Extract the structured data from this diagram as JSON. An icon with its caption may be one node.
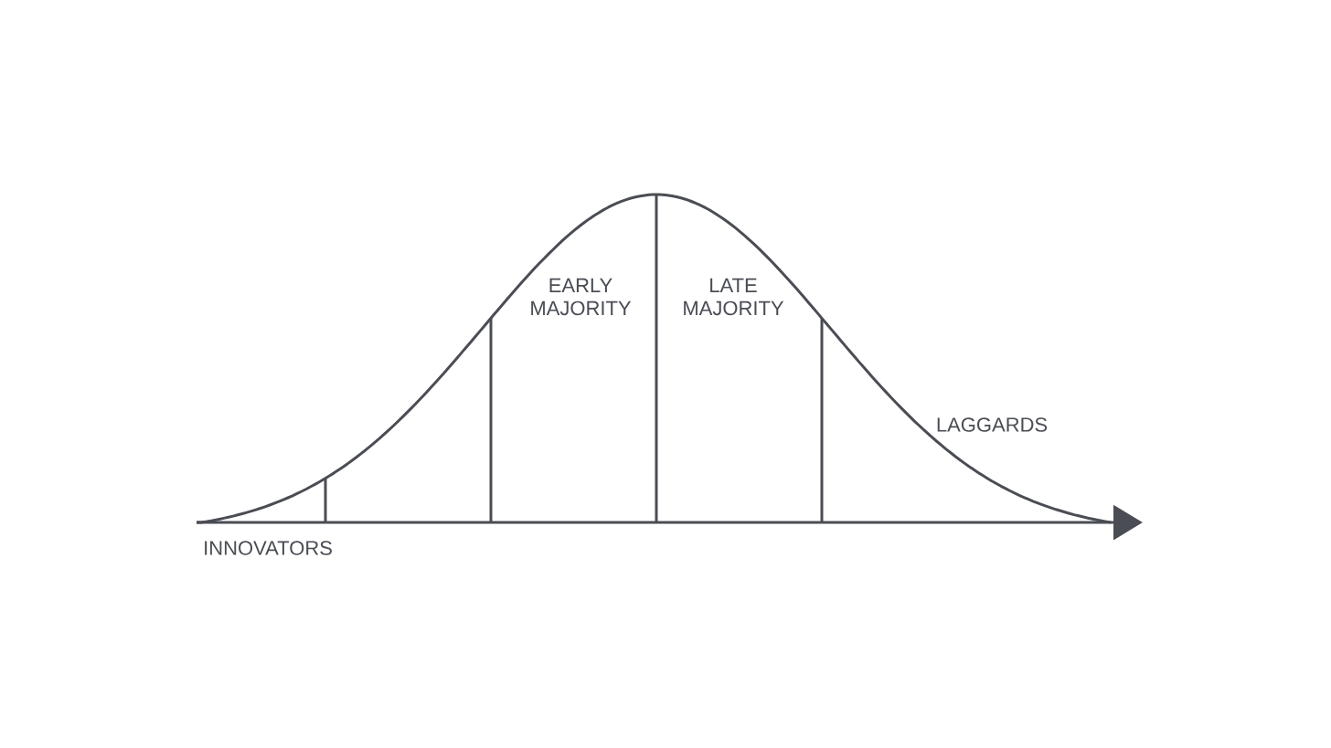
{
  "diagram": {
    "labels": [
      "EARLY MAJORITY",
      "LATE MAJORITY",
      "LAGGARDS",
      "INNOVATORS"
    ]
  }
}
